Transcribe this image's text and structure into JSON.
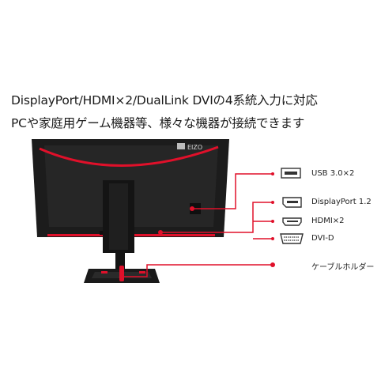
{
  "headline": {
    "line1": "DisplayPort/HDMI×2/DualLink DVIの4系統入力に対応",
    "line2": "PCや家庭用ゲーム機器等、様々な機器が接続できます"
  },
  "monitor": {
    "brand": "EIZO",
    "accent_color": "#e0102a",
    "body_color": "#1c1c1c"
  },
  "ports": [
    {
      "label": "USB 3.0×2",
      "icon": "usb-port-icon"
    },
    {
      "label": "DisplayPort 1.2",
      "icon": "displayport-icon"
    },
    {
      "label": "HDMI×2",
      "icon": "hdmi-port-icon"
    },
    {
      "label": "DVI-D",
      "icon": "dvi-port-icon"
    },
    {
      "label": "ケーブルホルダー",
      "icon": "cable-holder-marker"
    }
  ]
}
